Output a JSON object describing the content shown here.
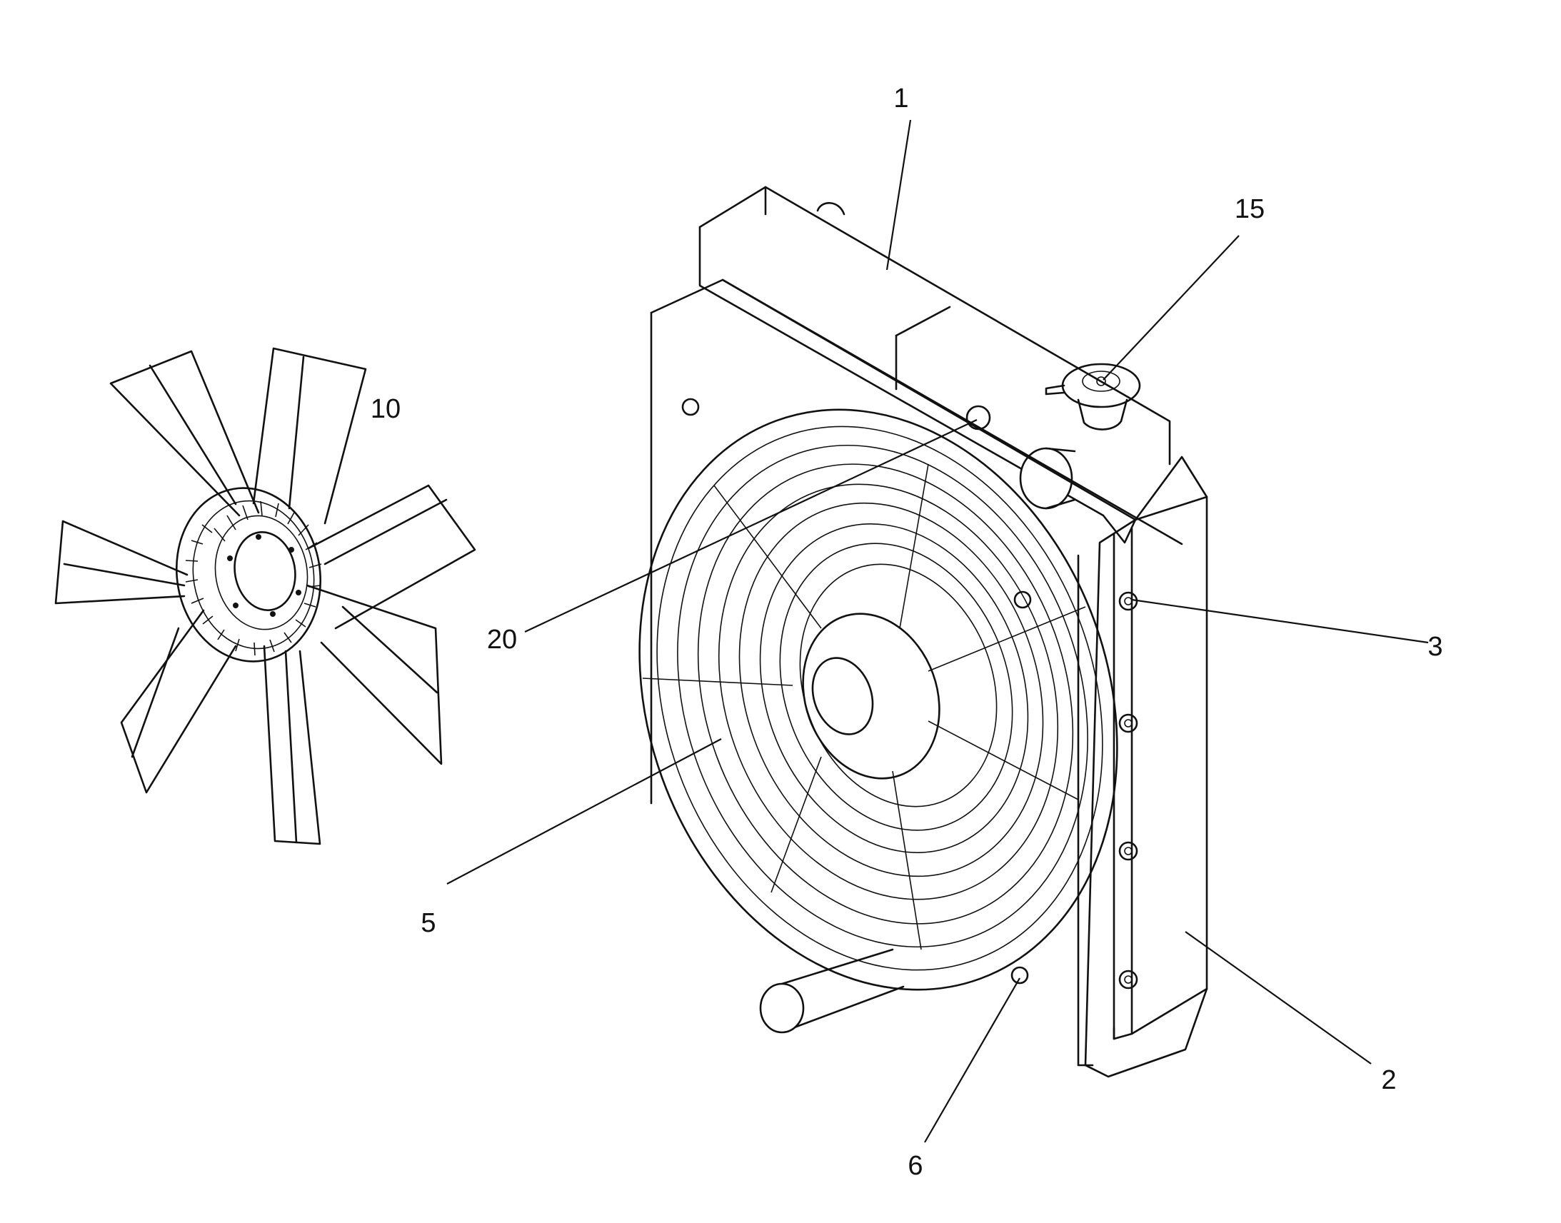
{
  "callouts": {
    "c1": "1",
    "c2": "2",
    "c3": "3",
    "c5": "5",
    "c6": "6",
    "c10": "10",
    "c15": "15",
    "c20": "20"
  },
  "colors": {
    "line": "#111111",
    "background": "#ffffff"
  }
}
